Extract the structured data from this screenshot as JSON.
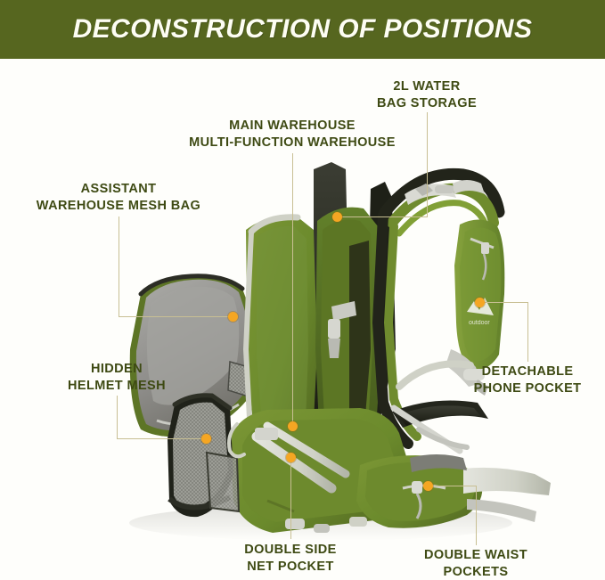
{
  "header": {
    "title": "DECONSTRUCTION OF POSITIONS",
    "background_color": "#56661f",
    "text_color": "#fdfdf3"
  },
  "page": {
    "background_color": "#fefefb",
    "label_color": "#3e4a13",
    "leader_color": "#c8bf93",
    "dot_color": "#f5a623"
  },
  "product": {
    "name": "hiking-backpack",
    "body_color": "#6f8b2e",
    "body_color_dark": "#50651f",
    "strap_color": "#d5d7cc",
    "mesh_color": "#2e3026",
    "liner_color": "#9a9a97",
    "brand_text": "outdoor"
  },
  "callouts": [
    {
      "id": "water-bag-storage",
      "lines": [
        "2L WATER",
        "BAG STORAGE"
      ],
      "align": "center"
    },
    {
      "id": "main-warehouse",
      "lines": [
        "MAIN WAREHOUSE",
        "MULTI-FUNCTION WAREHOUSE"
      ],
      "align": "center"
    },
    {
      "id": "assistant-warehouse-mesh-bag",
      "lines": [
        "ASSISTANT",
        "WAREHOUSE MESH BAG"
      ],
      "align": "center"
    },
    {
      "id": "hidden-helmet-mesh",
      "lines": [
        "HIDDEN",
        "HELMET MESH"
      ],
      "align": "center"
    },
    {
      "id": "detachable-phone-pocket",
      "lines": [
        "DETACHABLE",
        "PHONE POCKET"
      ],
      "align": "center"
    },
    {
      "id": "double-side-net-pocket",
      "lines": [
        "DOUBLE SIDE",
        "NET POCKET"
      ],
      "align": "center"
    },
    {
      "id": "double-waist-pockets",
      "lines": [
        "DOUBLE WAIST",
        "POCKETS"
      ],
      "align": "center"
    }
  ]
}
